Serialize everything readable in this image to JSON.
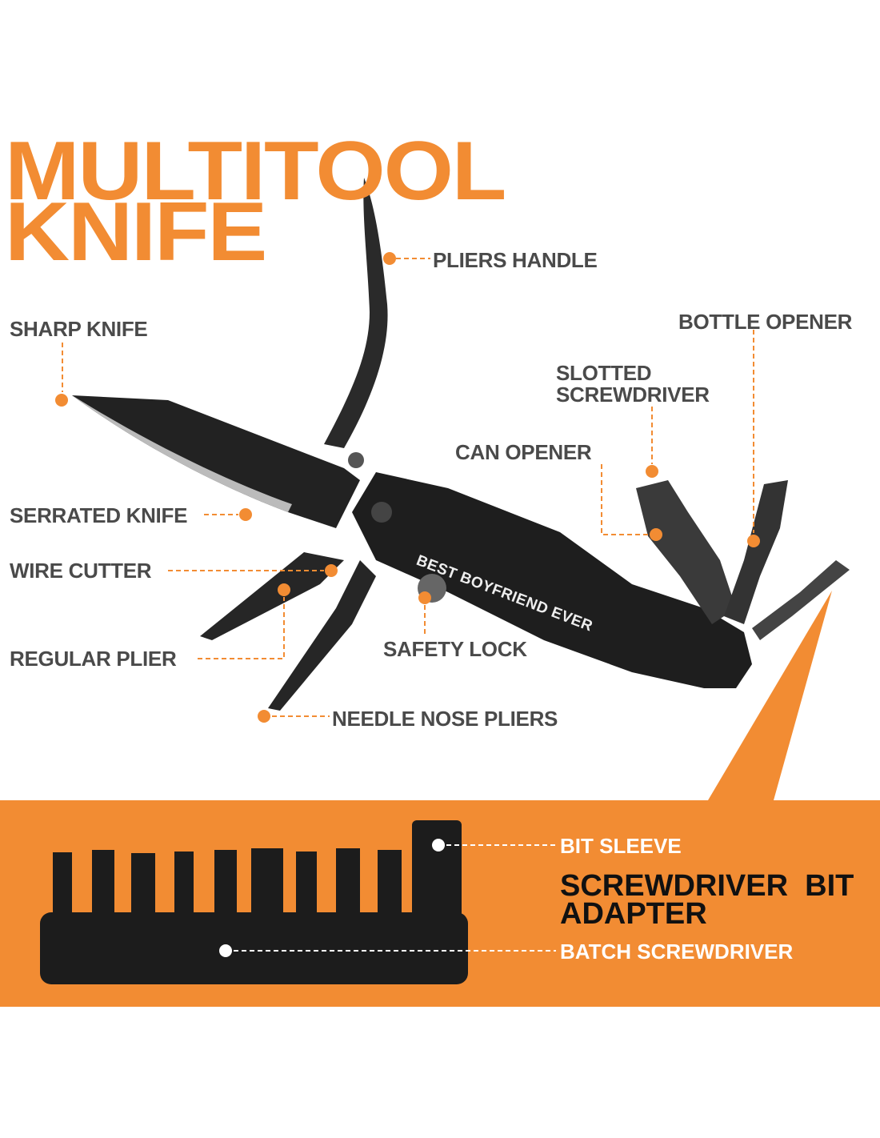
{
  "title": {
    "line1": "MULTITOOL",
    "line2": "KNIFE"
  },
  "labels": {
    "pliers_handle": "PLIERS HANDLE",
    "sharp_knife": "SHARP KNIFE",
    "bottle_opener": "BOTTLE OPENER",
    "slotted_screwdriver_1": "SLOTTED",
    "slotted_screwdriver_2": "SCREWDRIVER",
    "can_opener": "CAN OPENER",
    "serrated_knife": "SERRATED KNIFE",
    "wire_cutter": "WIRE CUTTER",
    "regular_plier": "REGULAR PLIER",
    "safety_lock": "SAFETY LOCK",
    "needle_nose_pliers": "NEEDLE NOSE PLIERS"
  },
  "engraving": "BEST BOYFRIEND EVER",
  "bits_section": {
    "bit_sleeve": "BIT SLEEVE",
    "adapter_line1": "SCREWDRIVER  BIT",
    "adapter_line2": "ADAPTER",
    "batch_screwdriver": "BATCH SCREWDRIVER"
  },
  "colors": {
    "accent": "#F28C33",
    "label_text": "#4a4a4a",
    "tool": "#1e1e1e"
  }
}
